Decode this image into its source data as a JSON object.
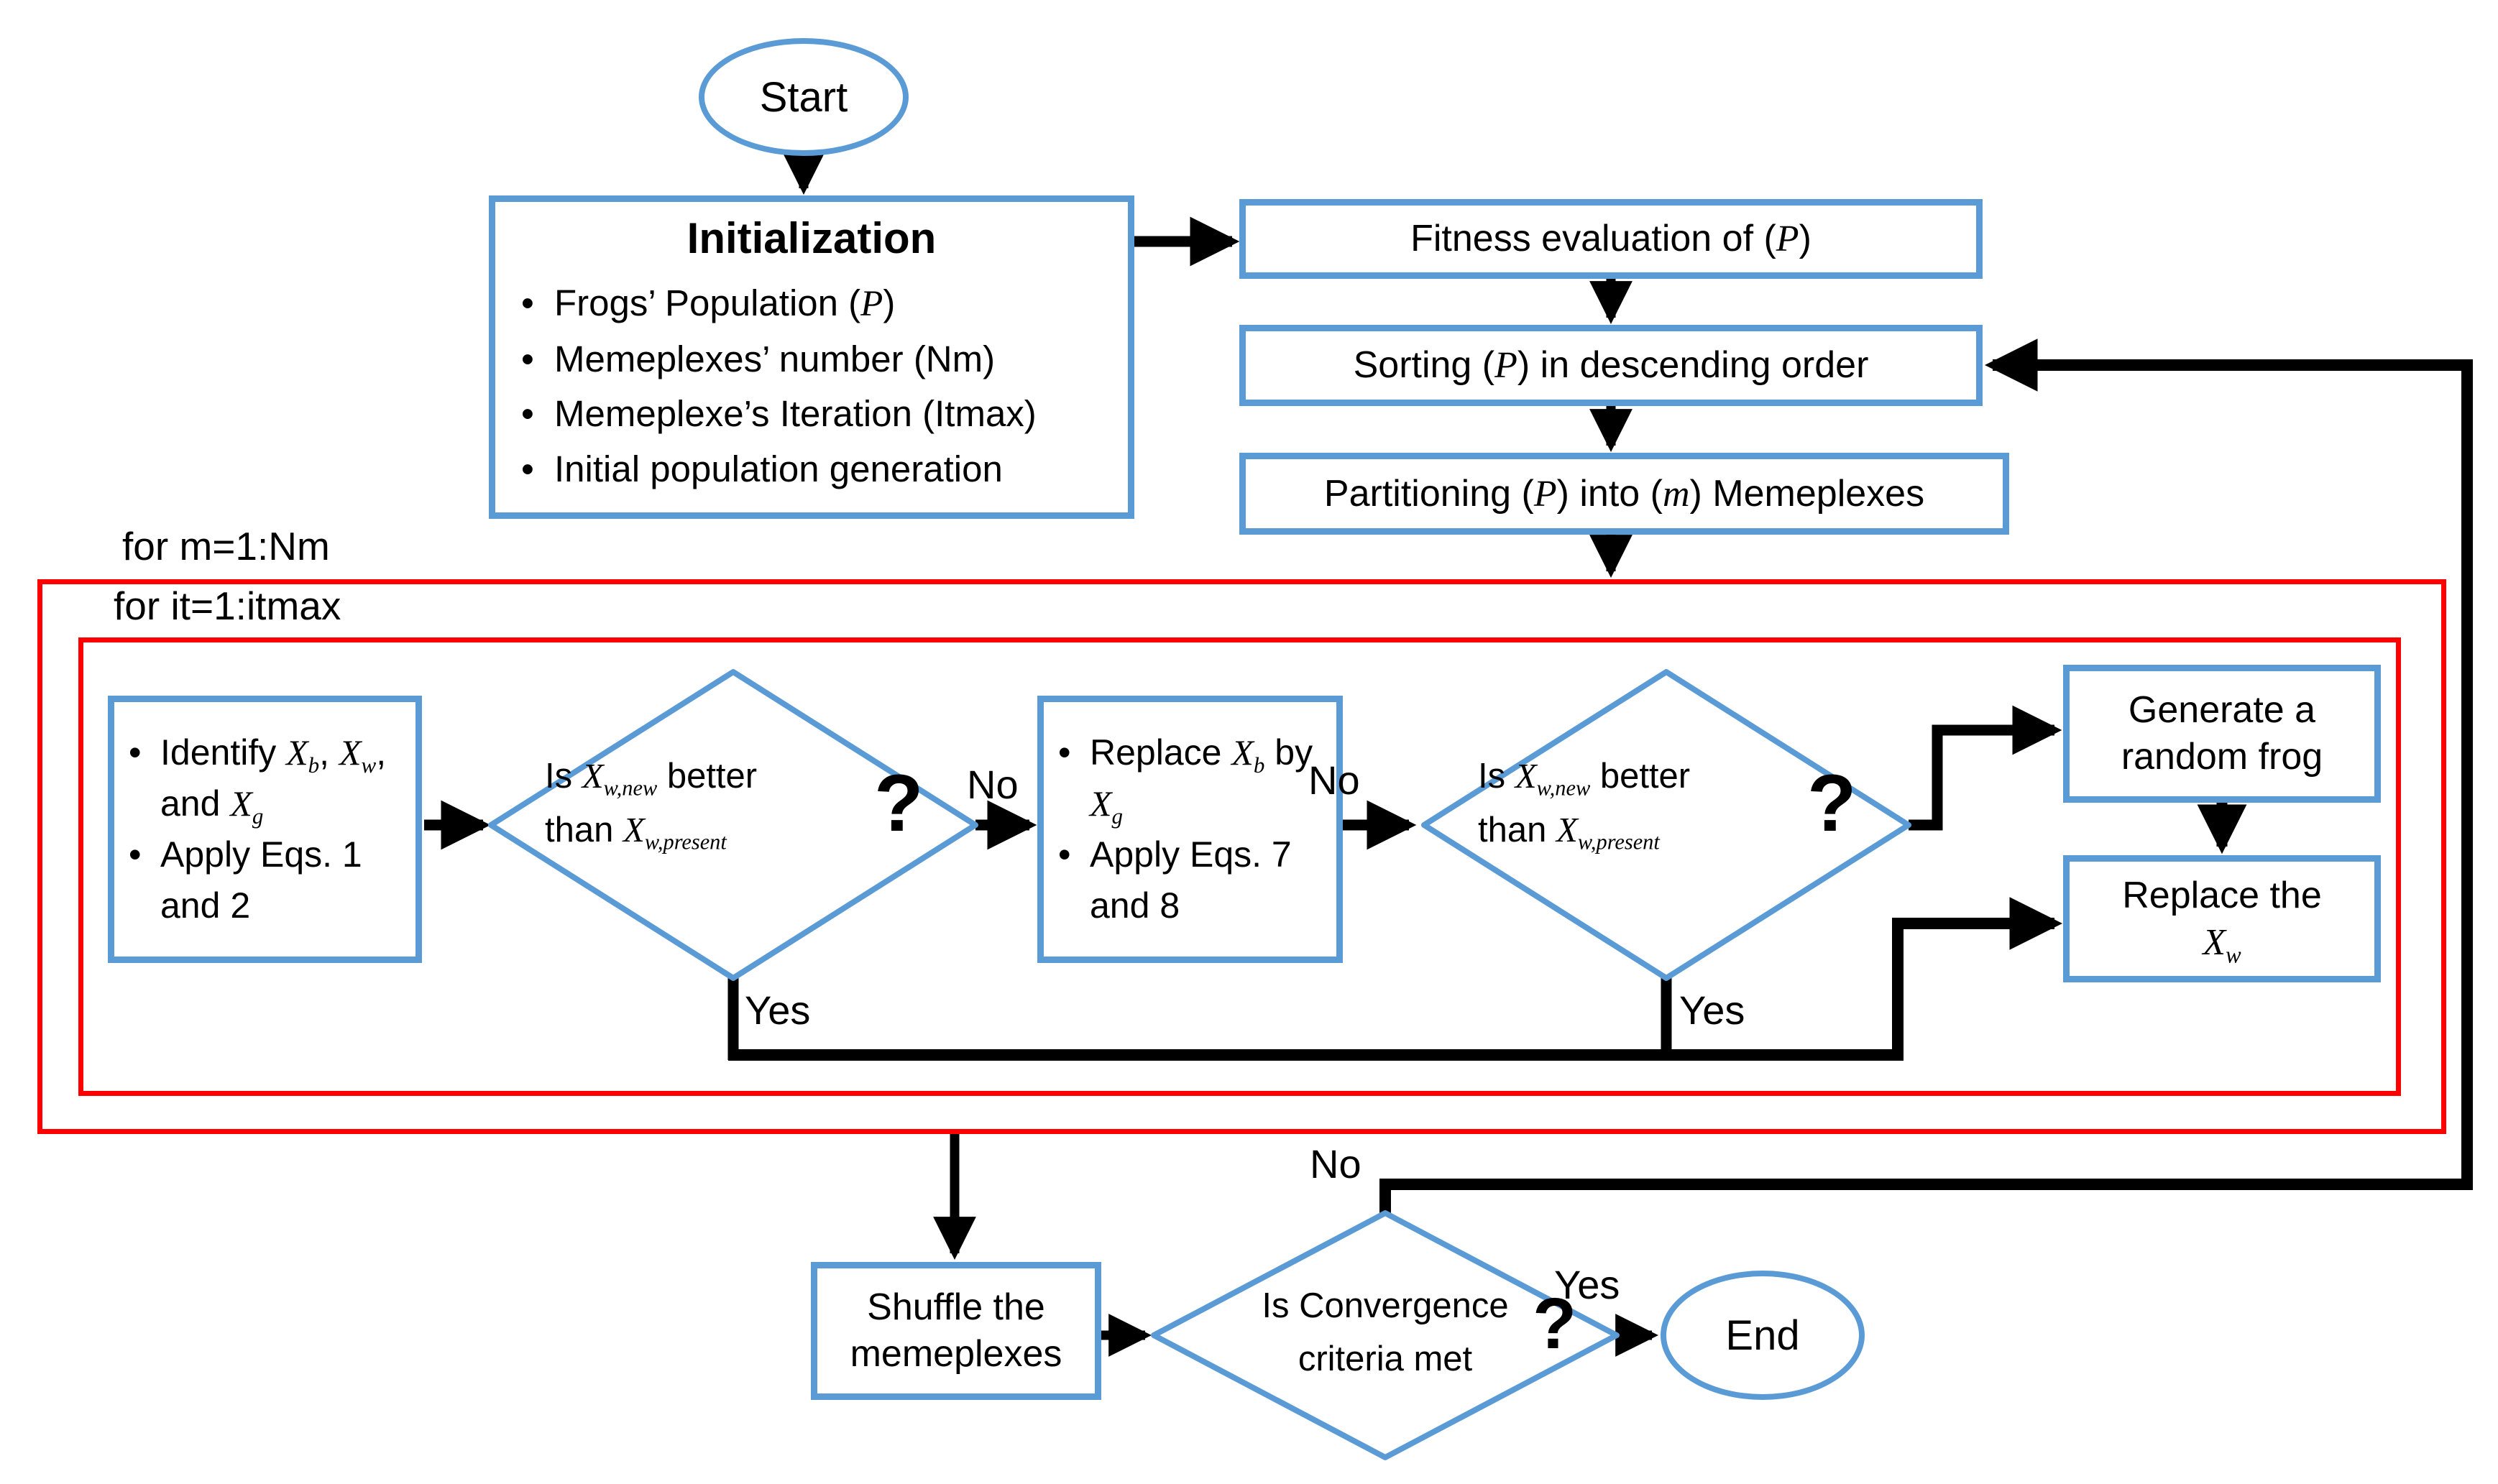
{
  "diagram_title": "Shuffled Frog Leaping Algorithm flowchart",
  "colors": {
    "shape_border": "#5B9BD5",
    "loop_border": "#FF0000",
    "connector": "#000000",
    "text": "#000000"
  },
  "nodes": {
    "start": {
      "label": "Start"
    },
    "initialization": {
      "title": "Initialization",
      "bullets": [
        "Frogs’ Population (<i>P</i>)",
        "Memeplexes’ number (Nm)",
        "Memeplexe’s Iteration (Itmax)",
        "Initial population generation"
      ]
    },
    "fitness": {
      "label": "Fitness evaluation of (<i>P</i>)"
    },
    "sorting": {
      "label": "Sorting (<i>P</i>) in descending order"
    },
    "partitioning": {
      "label": "Partitioning (<i>P</i>) into (<i>m</i>) Memeplexes"
    },
    "loop_outer": {
      "label": "for m=1:Nm"
    },
    "loop_inner": {
      "label": "for it=1:itmax"
    },
    "identify": {
      "bullets": [
        "Identify <i>X<sub>b</sub></i>, <i>X<sub>w</sub></i>, and <i>X<sub>g</sub></i>",
        "Apply Eqs. 1 and 2"
      ]
    },
    "decision1": {
      "line1": "Is <i>X<sub>w,new</sub></i> better",
      "line2": "than <i>X<sub>w,present</sub></i>",
      "mark": "?"
    },
    "replace_b": {
      "bullets": [
        "Replace <i>X<sub>b</sub></i> by <i>X<sub>g</sub></i>",
        "Apply Eqs. 7 and 8"
      ]
    },
    "decision2": {
      "line1": "Is <i>X<sub>w,new</sub></i> better",
      "line2": "than <i>X<sub>w,present</sub></i>",
      "mark": "?"
    },
    "generate": {
      "label": "Generate a random frog"
    },
    "replace_w": {
      "line1": "Replace the",
      "line2": "<i>X<sub>w</sub></i>"
    },
    "shuffle": {
      "label": "Shuffle the memeplexes"
    },
    "decision3": {
      "line1": "Is Convergence",
      "line2": "criteria met",
      "mark": "?"
    },
    "end": {
      "label": "End"
    }
  },
  "edge_labels": {
    "decision1_no": "No",
    "decision1_yes": "Yes",
    "decision2_no": "No",
    "decision2_yes": "Yes",
    "decision3_no": "No",
    "decision3_yes": "Yes"
  }
}
